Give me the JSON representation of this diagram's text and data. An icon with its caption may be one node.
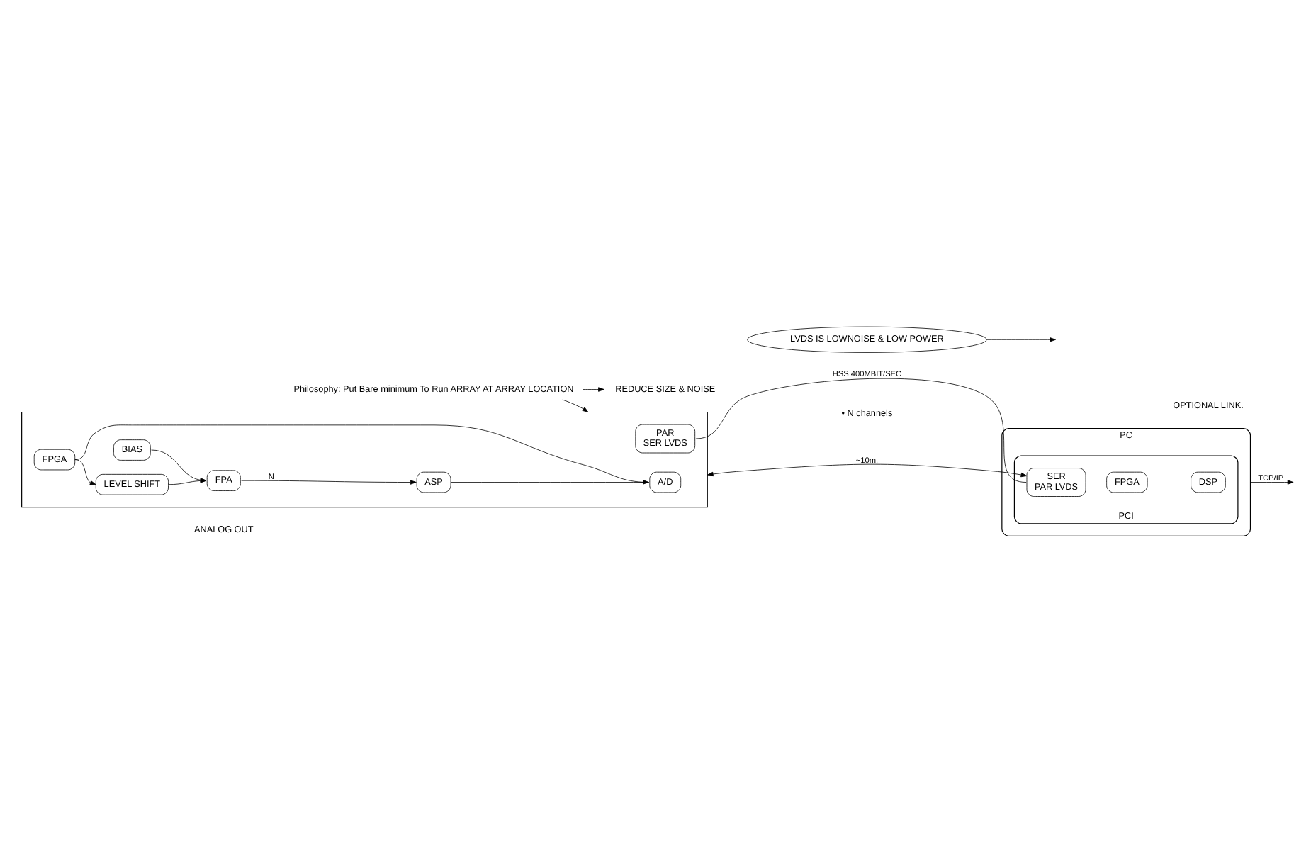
{
  "diagram": {
    "nodes": [
      {
        "text": [],
        "shape": "box"
      },
      {
        "text": [
          "FPA"
        ],
        "in": 0
      },
      {
        "text": [
          "ASP"
        ],
        "in": 0
      },
      {
        "text": [
          "A/D"
        ],
        "in": 0
      },
      {
        "text": [
          "LEVEL SHIFT"
        ],
        "in": 0
      },
      {
        "text": [
          "BIAS"
        ],
        "in": 0
      },
      {
        "text": [
          "FPGA"
        ],
        "in": 0
      },
      {
        "text": [
          "PAR",
          "SER LVDS"
        ],
        "in": 0
      },
      {
        "text": [
          "PC"
        ]
      },
      {
        "text": [
          "PCI"
        ],
        "in": 8
      },
      {
        "text": [
          "SER",
          "PAR LVDS"
        ],
        "in": 9
      },
      {
        "text": [
          "FPGA"
        ],
        "in": 9
      },
      {
        "text": [
          "DSP"
        ],
        "in": 9
      },
      {
        "text": [
          "LVDS IS LOWNOISE & LOW POWER"
        ]
      },
      {
        "text": [
          "Philosophy: Put Bare minimum To Run ARRAY AT ARRAY LOCATION"
        ]
      },
      {
        "text": [
          "REDUCE SIZE & NOISE"
        ]
      }
    ],
    "edges": [
      {
        "from": 1,
        "to": 2,
        "arrow": "to",
        "label": "N"
      },
      {
        "from": 2,
        "to": 3,
        "arrow": "none"
      },
      {
        "from": 4,
        "to": 1,
        "arrow": "to"
      },
      {
        "from": 5,
        "to": 1,
        "arrow": "to"
      },
      {
        "from": 6,
        "to": 4,
        "arrow": "to"
      },
      {
        "from": 6,
        "to": 3,
        "arrow": "to"
      },
      {
        "from": 0,
        "to": 10,
        "arrow": "both",
        "label": "~10m."
      },
      {
        "from": 7,
        "to": 10,
        "arrow": "none",
        "label": "HSS 400MBIT/SEC"
      },
      {
        "from": 13,
        "to": null,
        "arrow": "to"
      },
      {
        "from": 8,
        "to": null,
        "arrow": "to",
        "label": "TCP/IP"
      },
      {
        "from": 14,
        "to": 0,
        "arrow": "to"
      },
      {
        "from": 14,
        "to": 15,
        "arrow": "to"
      }
    ],
    "labels": [
      "ANALOG OUT",
      "OPTIONAL LINK.",
      "• N channels"
    ]
  }
}
